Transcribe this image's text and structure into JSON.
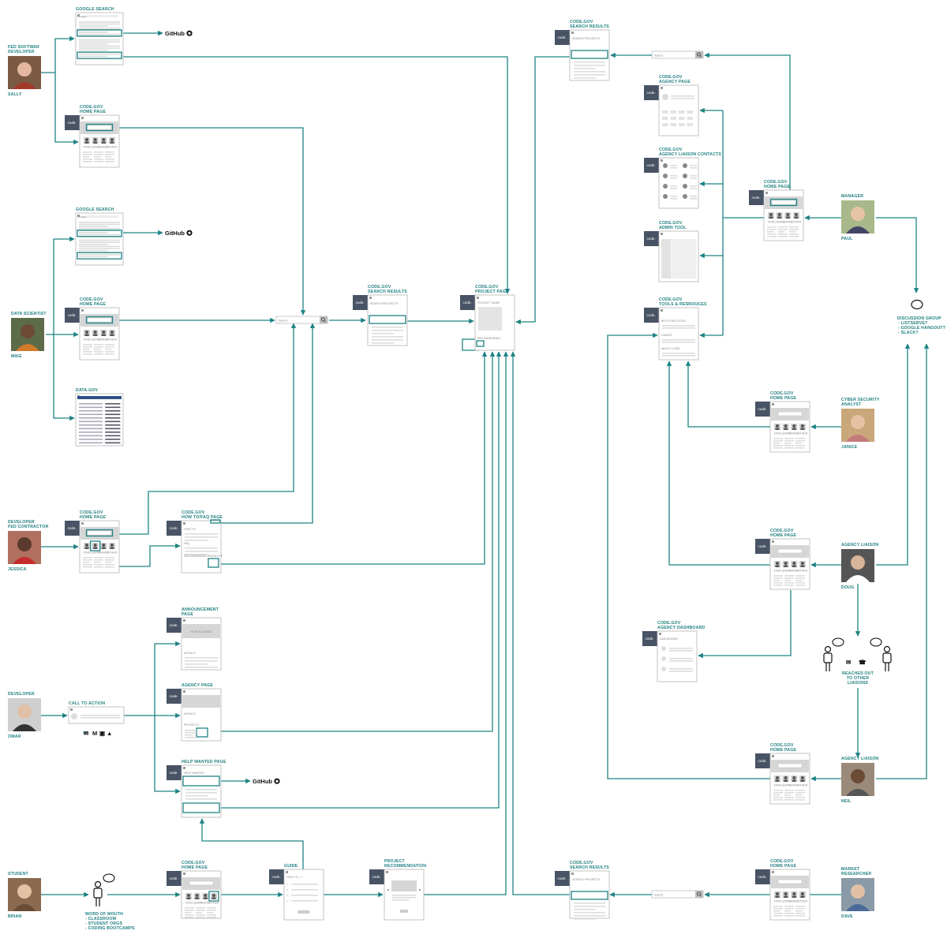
{
  "colors": {
    "accent": "#1f8384",
    "code_badge": "#485465",
    "wireframe": "#dcdcdc"
  },
  "badge_text": "code.",
  "github_text": "GitHub",
  "search_placeholder": "Search",
  "personas": [
    {
      "id": "sally",
      "role_lines": [
        "FED SOFTWAR",
        "DEVELOPER"
      ],
      "name": "SALLY"
    },
    {
      "id": "mike",
      "role_lines": [
        "DATA SCIENTIST"
      ],
      "name": "MIKE"
    },
    {
      "id": "jessica",
      "role_lines": [
        "DEVELOPER",
        "FED CONTRACTOR"
      ],
      "name": "JESSICA"
    },
    {
      "id": "omar",
      "role_lines": [
        "DEVELOPER"
      ],
      "name": "OMAR"
    },
    {
      "id": "brian",
      "role_lines": [
        "STUDENT"
      ],
      "name": "BRIAN"
    },
    {
      "id": "paul",
      "role_lines": [
        "MANAGER"
      ],
      "name": "PAUL"
    },
    {
      "id": "janice",
      "role_lines": [
        "CYBER SECURITY",
        "ANALYST"
      ],
      "name": "JANICE"
    },
    {
      "id": "doug",
      "role_lines": [
        "AGENCY LIAISON"
      ],
      "name": "DOUG"
    },
    {
      "id": "neil",
      "role_lines": [
        "AGENCY LIAISON"
      ],
      "name": "NEIL"
    },
    {
      "id": "dave",
      "role_lines": [
        "MARKET",
        "RESEARCHER"
      ],
      "name": "DAVE"
    }
  ],
  "page_labels": {
    "google_search": [
      "GOOGLE SEARCH"
    ],
    "home_page": [
      "CODE.GOV",
      "HOME PAGE"
    ],
    "data_gov": [
      "DATA.GOV"
    ],
    "search_results": [
      "CODE.GOV",
      "SEARCH RESULTS"
    ],
    "project_page": [
      "CODE.GOV",
      "PROJECT PAGE"
    ],
    "how_to_faq": [
      "CODE.GOV",
      "HOW TO/FAQ PAGE"
    ],
    "announcement": [
      "ANNOUNCEMENT",
      "PAGE"
    ],
    "agency_page_plain": [
      "AGENCY PAGE"
    ],
    "help_wanted": [
      "HELP WANTED PAGE"
    ],
    "call_to_action": [
      "CALL TO ACTION"
    ],
    "guide": [
      "GUIDE"
    ],
    "project_recommendation": [
      "PROJECT",
      "RECOMMENDATION"
    ],
    "agency_page": [
      "CODE.GOV",
      "AGENCY PAGE"
    ],
    "agency_liaison_contacts": [
      "CODE.GOV",
      "AGENCY LIAISON CONTACTS"
    ],
    "admin_tool": [
      "CODE.GOV",
      "ADMIN TOOL"
    ],
    "tools_resources": [
      "CODE.GOV",
      "TOOLS & RESROUCES"
    ],
    "agency_dashboard": [
      "CODE.GOV",
      "AGENCY DASHBOARD"
    ]
  },
  "inner_text": {
    "search_projects": "SEARCH PROJECTS",
    "project_name": "PROJECT NAME",
    "recommended": "RECOMMENDED",
    "how_to": "HOW TO",
    "faq": "FAQ",
    "recommended_projects": "RECOMMENDED PROJECTS",
    "how_to_guide": "HOW TO GUIDE",
    "details": "DETAILS",
    "agency": "AGENCY",
    "projects": "PROJECTS",
    "help_wanted": "HELP WANTED",
    "best_practices": "BEST PRACTICES",
    "guides": "GUIDES",
    "about_code": "ABOUT CODE",
    "dashboard": "DASHBOARD",
    "guide_heading": "HOW TO... ?",
    "home_icons": [
      "FIND",
      "LEARN",
      "SHARE",
      "OTHER"
    ]
  },
  "discussion_group": {
    "title": "DISCUSSION GROUP",
    "items": [
      "- LISTSERVE?",
      "- GOOGLE HANGOUT?",
      "- SLACK?"
    ]
  },
  "word_of_mouth": {
    "title": "WORD OF MOUTH",
    "items": [
      "- CLASSROOM",
      "- STUDENT ORGS",
      "- CODING BOOTCAMPS"
    ]
  },
  "reaches_out": [
    "REACHES OUT",
    "TO OTHER",
    "LIAISONS"
  ]
}
